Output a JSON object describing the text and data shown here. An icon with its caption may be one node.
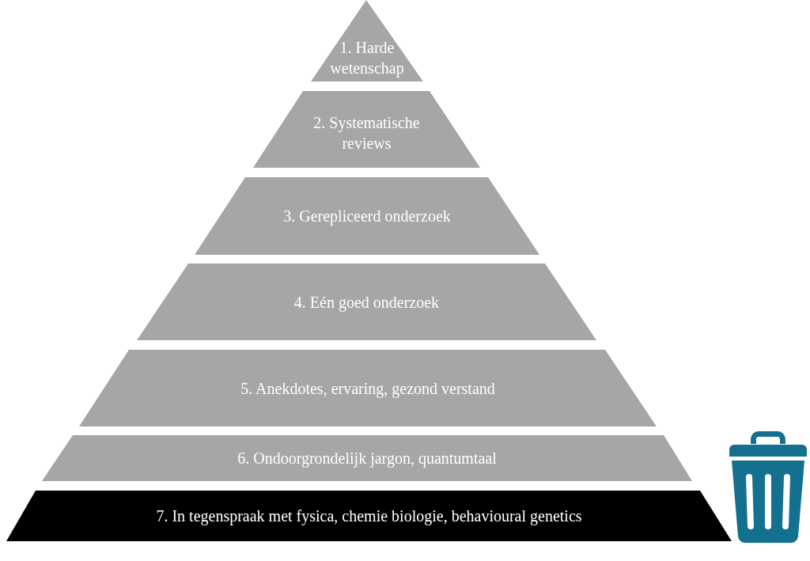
{
  "diagram": {
    "nodes": [
      {
        "text": [
          "1. Harde wetenschap"
        ]
      },
      {
        "text": [
          "2. Systematische reviews"
        ]
      },
      {
        "text": [
          "3. Gerepliceerd onderzoek"
        ]
      },
      {
        "text": [
          "4. Eén goed onderzoek"
        ]
      },
      {
        "text": [
          "5. Anekdotes, ervaring, gezond verstand"
        ]
      },
      {
        "text": [
          "6. Ondoorgrondelijk jargon, quantumtaal"
        ]
      },
      {
        "text": [
          "7. In tegenspraak met fysica, chemie biologie, behavioural genetics"
        ]
      }
    ]
  }
}
